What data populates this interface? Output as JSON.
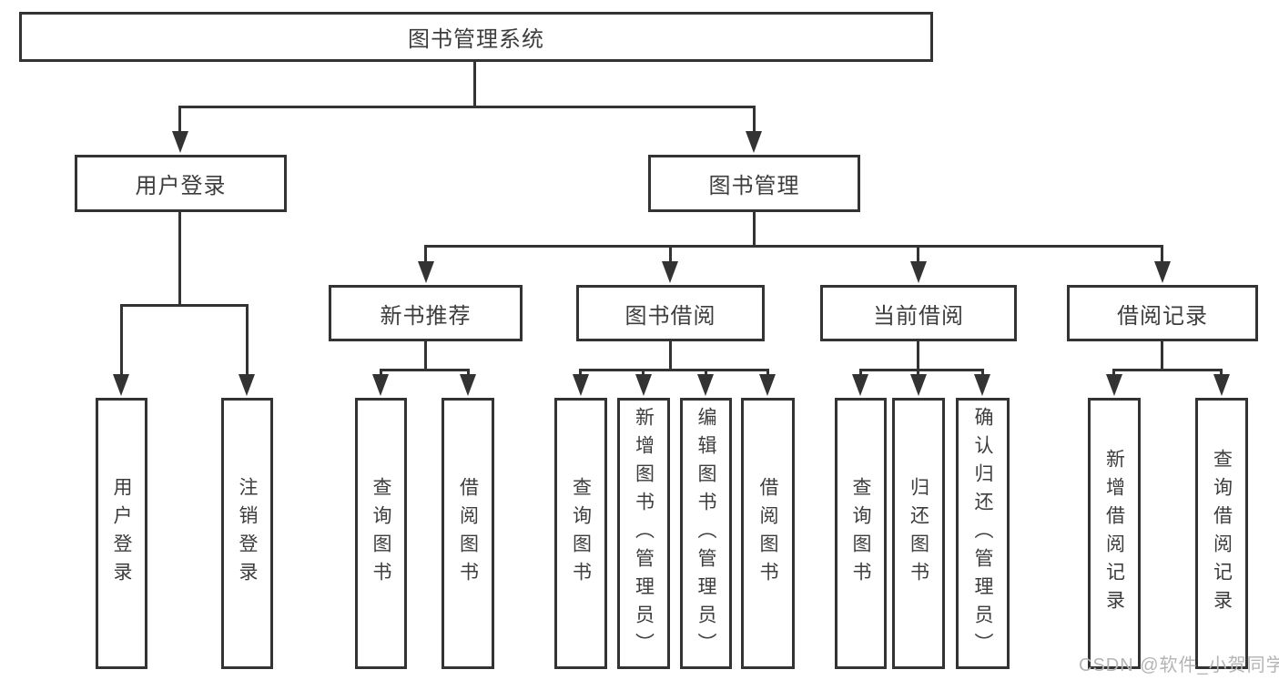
{
  "colors": {
    "background": "#ffffff",
    "line": "#333333",
    "box_border": "#333333",
    "text": "#3d3d3d",
    "watermark": "#b4b4b4"
  },
  "diagram": {
    "type": "tree",
    "root": "图书管理系统",
    "branches": [
      {
        "label": "用户登录",
        "children": [
          "用户登录",
          "注销登录"
        ]
      },
      {
        "label": "图书管理",
        "groups": [
          {
            "label": "新书推荐",
            "children": [
              "查询图书",
              "借阅图书"
            ]
          },
          {
            "label": "图书借阅",
            "children": [
              "查询图书",
              "新增图书（管理员）",
              "编辑图书（管理员）",
              "借阅图书"
            ]
          },
          {
            "label": "当前借阅",
            "children": [
              "查询图书",
              "归还图书",
              "确认归还（管理员）"
            ]
          },
          {
            "label": "借阅记录",
            "children": [
              "新增借阅记录",
              "查询借阅记录"
            ]
          }
        ]
      }
    ]
  },
  "watermark": {
    "text": "CSDN @软件_小贺同学"
  }
}
